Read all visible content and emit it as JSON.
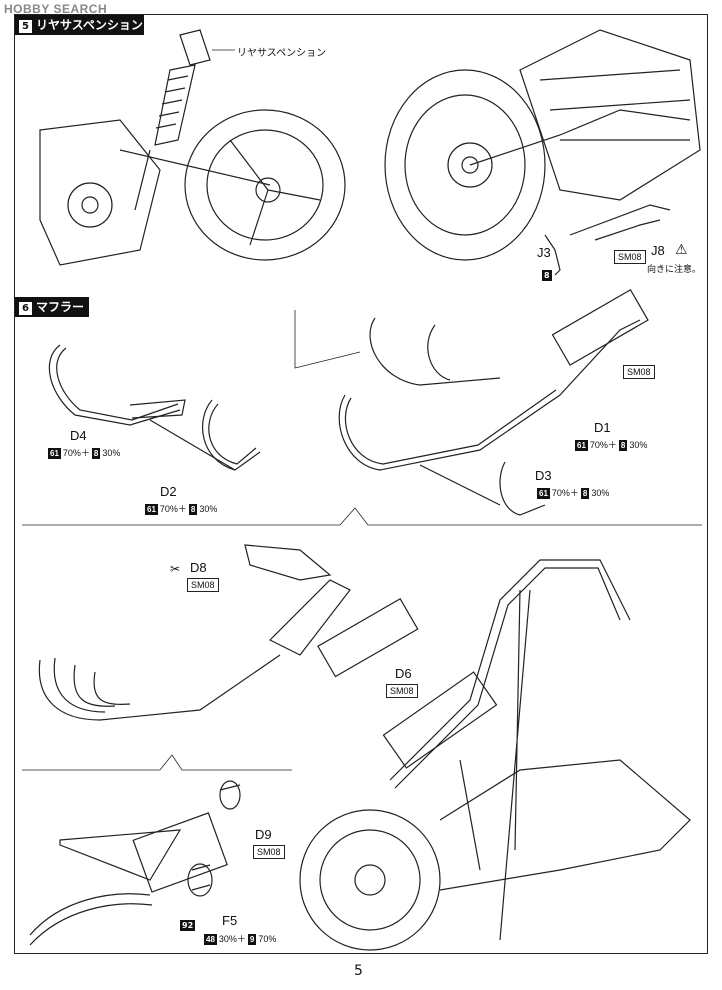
{
  "watermark": "HOBBY SEARCH",
  "steps": [
    {
      "num": "5",
      "title": "リヤサスペンション"
    },
    {
      "num": "6",
      "title": "マフラー"
    }
  ],
  "step5": {
    "callout": "リヤサスペンション",
    "parts": {
      "j3": "J3",
      "j3_color": "8",
      "j8": "J8",
      "j8_sm": "SM08",
      "caution": "向きに注意。"
    }
  },
  "step6": {
    "d4": {
      "label": "D4",
      "c1": "61",
      "p1": "70%＋",
      "c2": "8",
      "p2": "30%"
    },
    "d2": {
      "label": "D2",
      "c1": "61",
      "p1": "70%＋",
      "c2": "8",
      "p2": "30%"
    },
    "d1": {
      "label": "D1",
      "sm": "SM08",
      "c1": "61",
      "p1": "70%＋",
      "c2": "8",
      "p2": "30%"
    },
    "d3": {
      "label": "D3",
      "c1": "61",
      "p1": "70%＋",
      "c2": "8",
      "p2": "30%"
    },
    "d8": {
      "label": "D8",
      "sm": "SM08"
    },
    "d6": {
      "label": "D6",
      "sm": "SM08"
    },
    "d9": {
      "label": "D9",
      "sm": "SM08"
    },
    "f5": {
      "label": "F5",
      "c0": "92",
      "c1": "48",
      "p1": "30%＋",
      "c2": "9",
      "p2": "70%"
    }
  },
  "page_number": "5"
}
